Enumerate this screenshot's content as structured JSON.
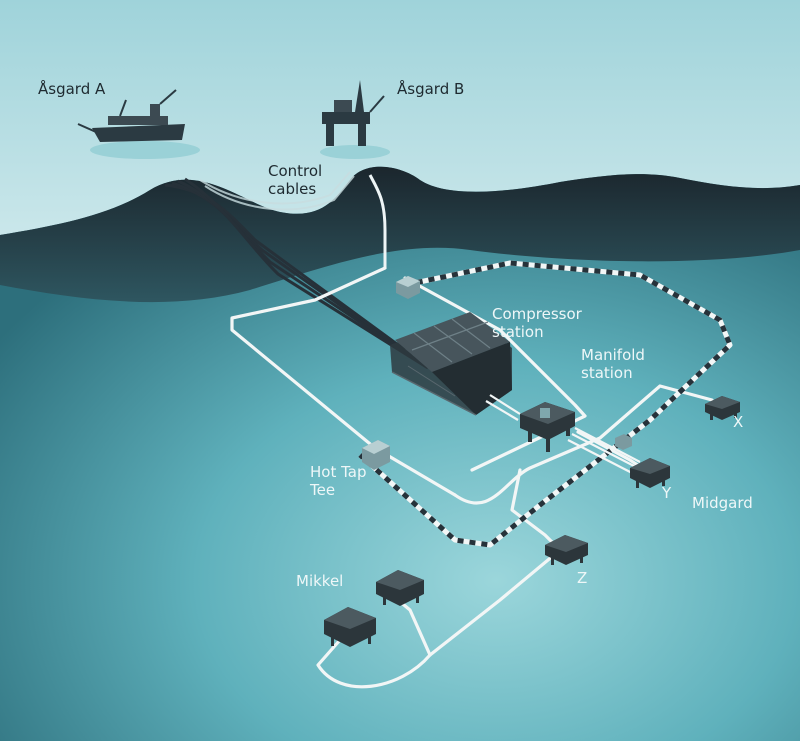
{
  "labels": {
    "asgard_a": "Åsgard A",
    "asgard_b": "Åsgard B",
    "control_cables": "Control\ncables",
    "compressor_station": "Compressor\nstation",
    "manifold_station": "Manifold\nstation",
    "hot_tap_tee": "Hot Tap\nTee",
    "x": "X",
    "y": "Y",
    "z": "Z",
    "midgard": "Midgard",
    "mikkel": "Mikkel"
  },
  "colors": {
    "sky": "#e6f3f4",
    "surface_cut": "#1f2d35",
    "seabed_light": "#8fd0d6",
    "seabed_dark": "#2c6f7c",
    "pipeline": "#f2f6f6",
    "control_cable": "#243038",
    "equipment": "#343c42"
  }
}
